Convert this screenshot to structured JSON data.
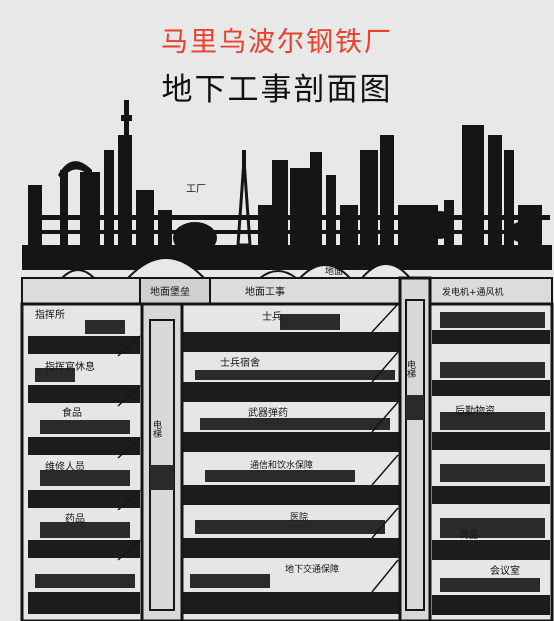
{
  "title": "马里乌波尔钢铁厂",
  "subtitle": "地下工事剖面图",
  "colors": {
    "title": "#e8412c",
    "ink": "#151515",
    "paper": "#e8e8e8"
  },
  "labels": {
    "factory": "工厂",
    "ground_bunker": "地面堡垒",
    "ground_works": "地面工事",
    "ground_small": "地面",
    "generator": "发电机+通风机",
    "command": "指挥所",
    "soldiers": "士兵",
    "officer_rest": "指挥官休息",
    "soldier_dorm": "士兵宿舍",
    "food": "食品",
    "weapons": "武器弹药",
    "supplies": "后勤物资",
    "maintenance": "维修人员",
    "comms": "通信和饮水保障",
    "medicine": "药品",
    "hospital": "医院",
    "medicine2": "药品",
    "transport": "地下交通保障",
    "meeting": "会议室",
    "elevator_left": "电梯",
    "elevator_right": "电梯"
  }
}
